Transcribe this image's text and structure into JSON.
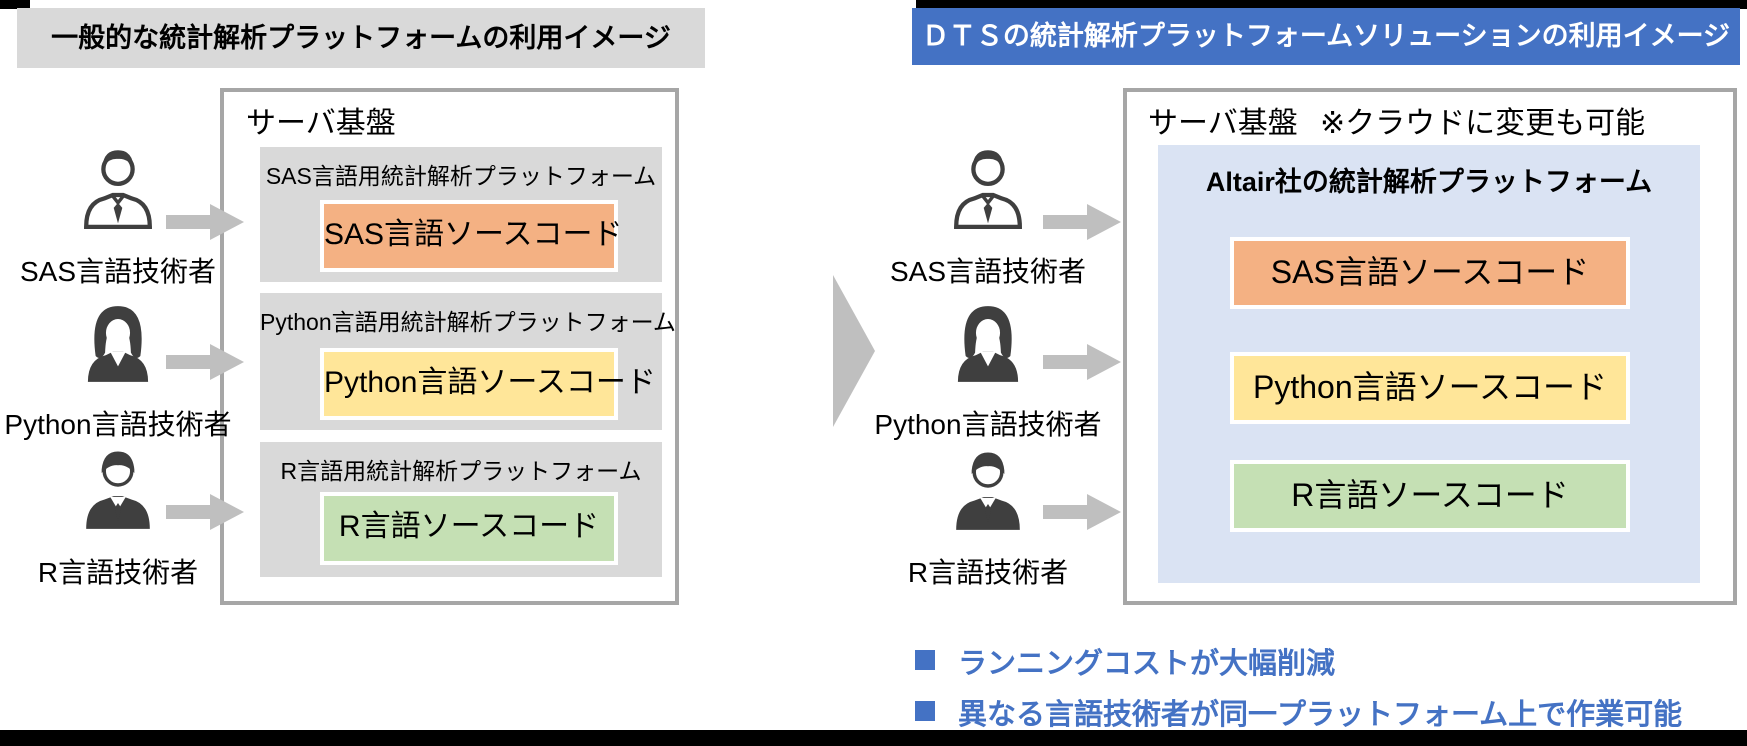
{
  "colors": {
    "header_gray_bg": "#D9D9D9",
    "header_blue_bg": "#4472C4",
    "panel_border": "#A6A6A6",
    "platform_gray_bg": "#D9D9D9",
    "sas_orange": "#F4B183",
    "python_yellow": "#FFE699",
    "r_green": "#C5E0B4",
    "altair_panel_blue": "#DAE3F3",
    "arrow_gray": "#BFBFBF",
    "benefit_text_blue": "#4472C4",
    "slide_edge_black": "#000000"
  },
  "left_panel": {
    "header": "一般的な統計解析プラットフォームの利用イメージ",
    "server_label": "サーバ基盤",
    "platforms": [
      {
        "title": "SAS言語用統計解析プラットフォーム",
        "code": "SAS言語ソースコード"
      },
      {
        "title": "Python言語用統計解析プラットフォーム",
        "code": "Python言語ソースコード"
      },
      {
        "title": "R言語用統計解析プラットフォーム",
        "code": "R言語ソースコード"
      }
    ],
    "users": [
      {
        "label": "SAS言語技術者"
      },
      {
        "label": "Python言語技術者"
      },
      {
        "label": "R言語技術者"
      }
    ]
  },
  "right_panel": {
    "header": "ＤＴＳの統計解析プラットフォームソリューションの利用イメージ",
    "server_label": "サーバ基盤",
    "server_note": "※クラウドに変更も可能",
    "platform_title": "Altair社の統計解析プラットフォーム",
    "codes": [
      {
        "label": "SAS言語ソースコード"
      },
      {
        "label": "Python言語ソースコード"
      },
      {
        "label": "R言語ソースコード"
      }
    ],
    "users": [
      {
        "label": "SAS言語技術者"
      },
      {
        "label": "Python言語技術者"
      },
      {
        "label": "R言語技術者"
      }
    ],
    "benefits": [
      {
        "text": "ランニングコストが大幅削減"
      },
      {
        "text": "異なる言語技術者が同一プラットフォーム上で作業可能"
      }
    ]
  }
}
